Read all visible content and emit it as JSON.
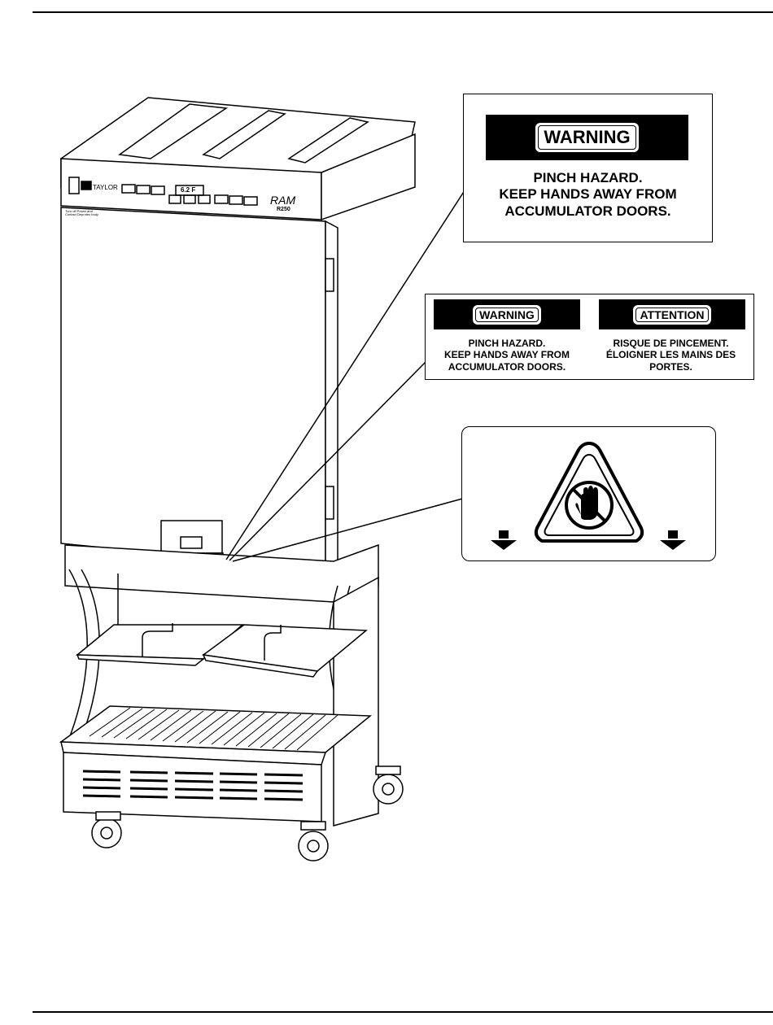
{
  "unit": {
    "brand": "TAYLOR",
    "model_logo": "RAM",
    "model_number": "R250",
    "temp_display": "6.2 F",
    "panel_note": "Turn off Power and Contact Deprotec body"
  },
  "label_english": {
    "header": "WARNING",
    "lines": [
      "PINCH HAZARD.",
      "KEEP HANDS AWAY FROM",
      "ACCUMULATOR DOORS."
    ]
  },
  "label_bilingual": {
    "english_header": "WARNING",
    "english_lines": [
      "PINCH HAZARD.",
      "KEEP HANDS AWAY FROM",
      "ACCUMULATOR DOORS."
    ],
    "french_header": "ATTENTION",
    "french_lines": [
      "RISQUE DE PINCEMENT.",
      "ÉLOIGNER LES MAINS DES",
      "PORTES."
    ]
  },
  "label_pictogram": {
    "icon": "no-hands-hazard-icon",
    "arrows": [
      "arrow-down-icon",
      "arrow-down-icon"
    ]
  },
  "colors": {
    "ink": "#000000",
    "paper": "#ffffff"
  }
}
